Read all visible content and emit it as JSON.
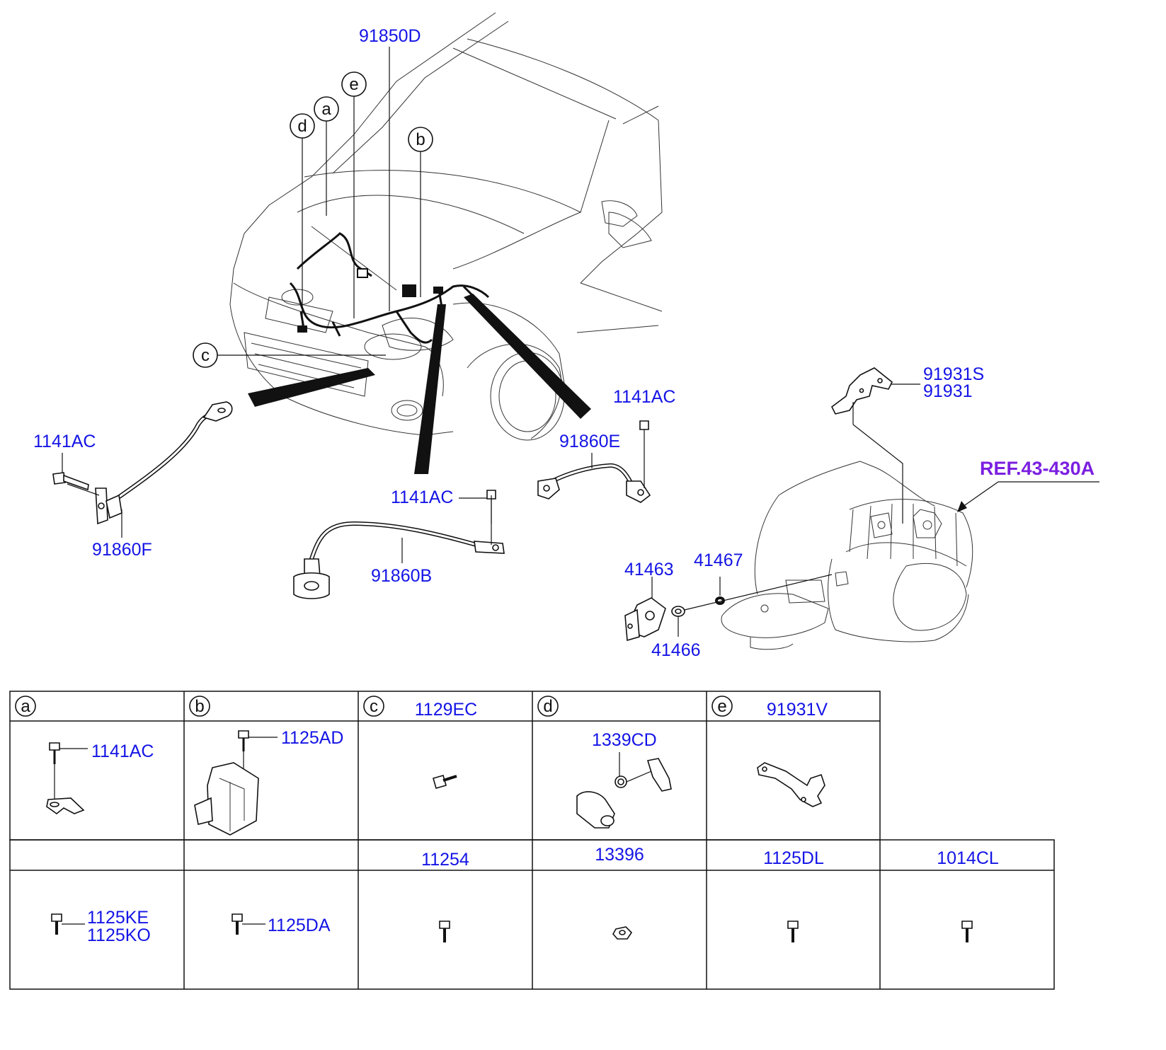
{
  "colors": {
    "label": "#1414e6",
    "reference": "#7b1fe0",
    "line": "#111111"
  },
  "callouts": {
    "a": "a",
    "b": "b",
    "c": "c",
    "d": "d",
    "e": "e"
  },
  "labels": {
    "p91850D": "91850D",
    "p1141AC_left": "1141AC",
    "p91860F": "91860F",
    "p1141AC_mid": "1141AC",
    "p91860B": "91860B",
    "p1141AC_right": "1141AC",
    "p91860E": "91860E",
    "p91931S": "91931S",
    "p91931": "91931",
    "ref": "REF.43-430A",
    "p41463": "41463",
    "p41467": "41467",
    "p41466": "41466"
  },
  "table": {
    "row1_headers": [
      {
        "letter": "a",
        "part": ""
      },
      {
        "letter": "b",
        "part": ""
      },
      {
        "letter": "c",
        "part": "1129EC"
      },
      {
        "letter": "d",
        "part": ""
      },
      {
        "letter": "e",
        "part": "91931V"
      }
    ],
    "row1_cells": {
      "a": "1141AC",
      "b": "1125AD",
      "d": "1339CD"
    },
    "row2_headers": [
      "",
      "",
      "11254",
      "13396",
      "1125DL",
      "1014CL"
    ],
    "row2_cells": {
      "c1_line1": "1125KE",
      "c1_line2": "1125KO",
      "c2": "1125DA"
    }
  }
}
